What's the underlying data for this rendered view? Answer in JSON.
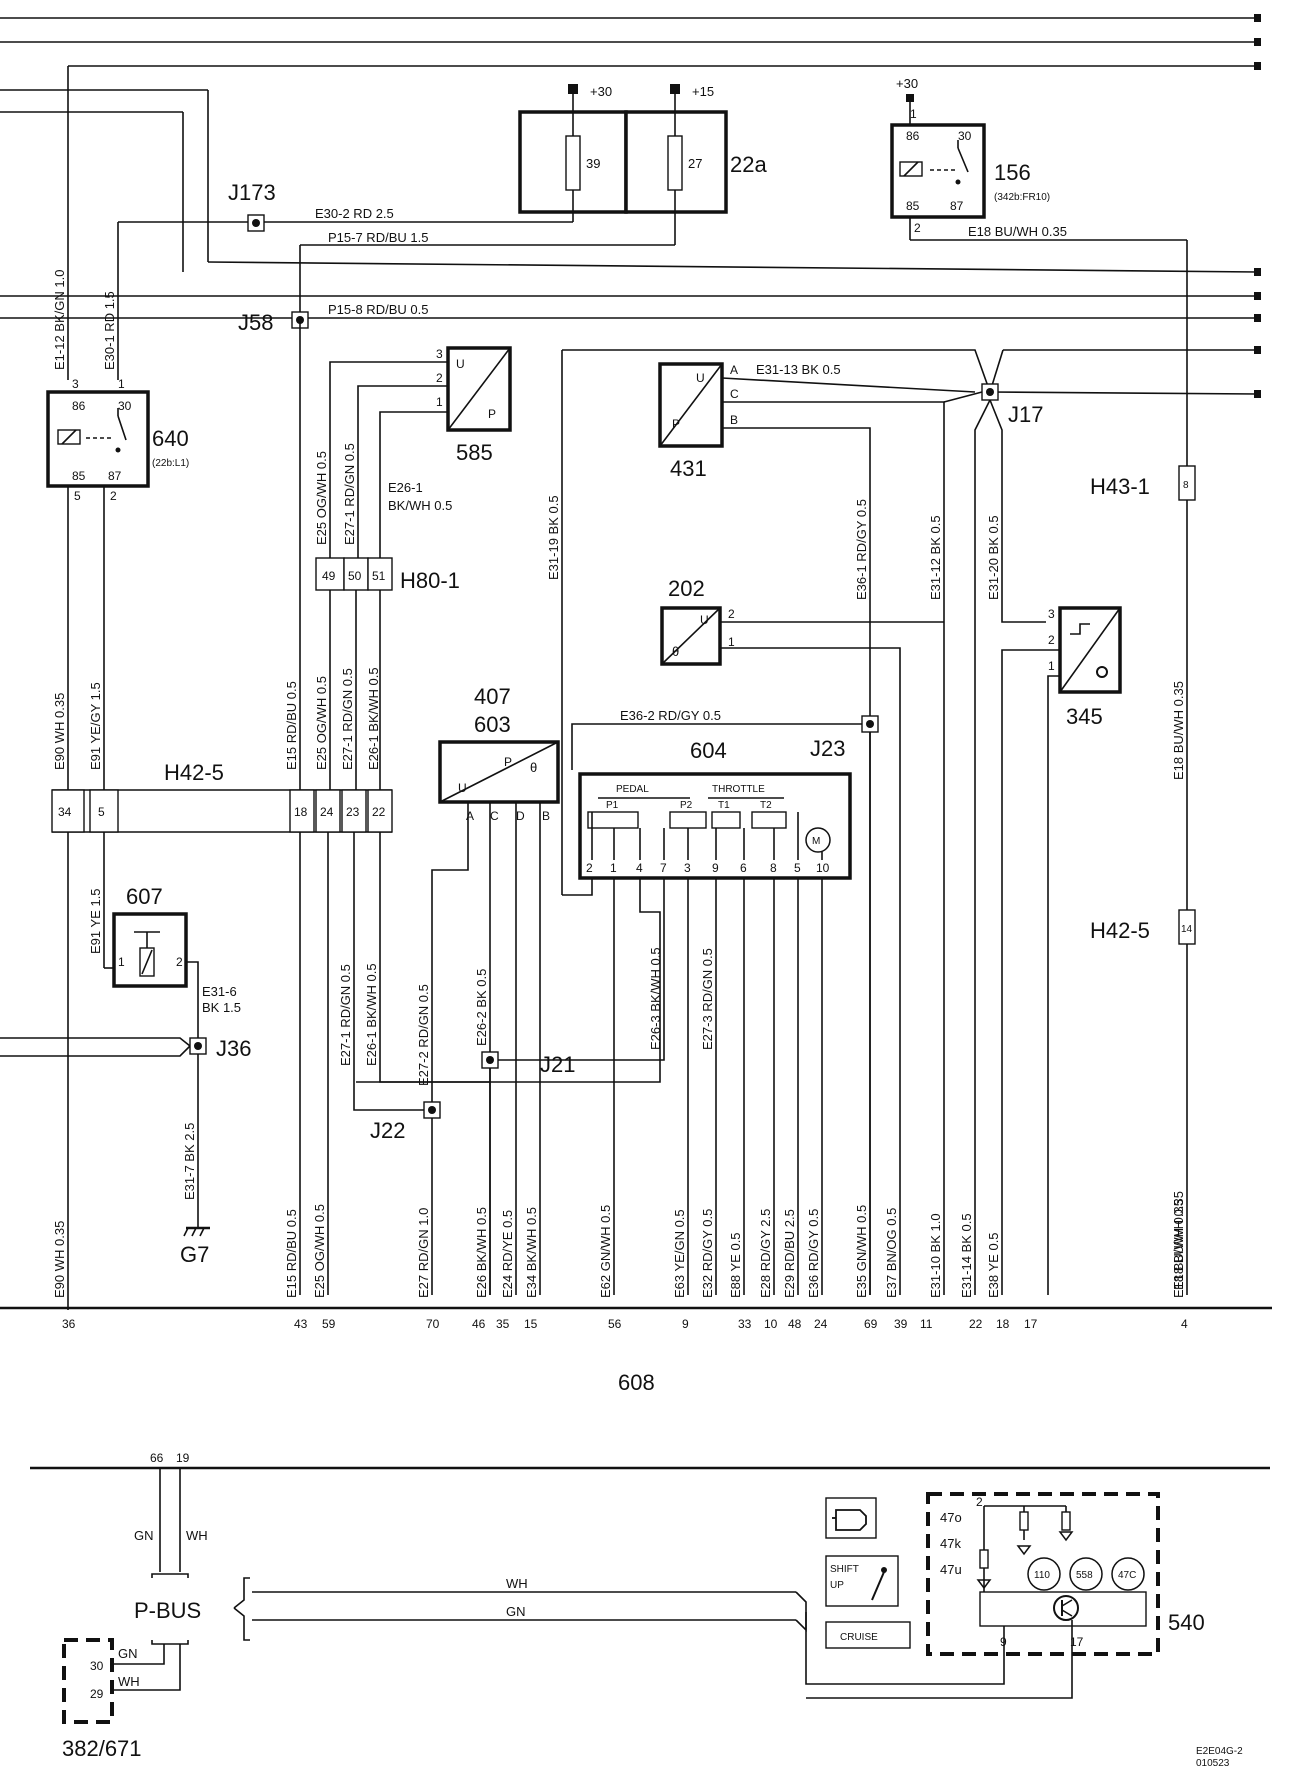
{
  "diagram": {
    "components": {
      "c22a": "22a",
      "fuse39": "39",
      "fuse27": "27",
      "c156": "156",
      "c156_ref": "(342b:FR10)",
      "c640": "640",
      "c640_ref": "(22b:L1)",
      "c585": "585",
      "c431": "431",
      "c202": "202",
      "c345": "345",
      "c407": "407",
      "c603": "603",
      "c604": "604",
      "c607": "607",
      "c608": "608",
      "c540": "540",
      "c382": "382/671"
    },
    "junctions": {
      "j173": "J173",
      "j58": "J58",
      "j17": "J17",
      "j23": "J23",
      "j36": "J36",
      "j21": "J21",
      "j22": "J22",
      "g7": "G7"
    },
    "connectors": {
      "h42_5": "H42-5",
      "h42_5b": "H42-5",
      "h80_1": "H80-1",
      "h43_1": "H43-1",
      "h42_pins": [
        "34",
        "5",
        "18",
        "24",
        "23",
        "22"
      ],
      "h80_pins": [
        "49",
        "50",
        "51"
      ],
      "h43_pin": "8",
      "h42b_pin": "14"
    },
    "supply": {
      "p30": "+30",
      "p15": "+15",
      "p30b": "+30"
    },
    "wires": {
      "e30_2": "E30-2  RD  2.5",
      "p15_7": "P15-7  RD/BU  1.5",
      "p15_8": "P15-8  RD/BU  0.5",
      "e18": "E18  BU/WH  0.35",
      "e1_12": "E1-12  BK/GN  1.0",
      "e30_1": "E30-1  RD  1.5",
      "e31_13": "E31-13  BK   0.5",
      "e26_1a": "E26-1",
      "e26_1b": "BK/WH 0.5",
      "e25": "E25  OG/WH  0.5",
      "e27_1": "E27-1  RD/GN  0.5",
      "e31_19": "E31-19  BK  0.5",
      "e36_1": "E36-1  RD/GY  0.5",
      "e31_12": "E31-12  BK  0.5",
      "e31_20": "E31-20  BK  0.5",
      "e36_2": "E36-2  RD/GY  0.5",
      "e90": "E90  WH  0.35",
      "e91": "E91  YE/GY  1.5",
      "e15": "E15  RD/BU  0.5",
      "e25b": "E25  OG/WH  0.5",
      "e27_1b": "E27-1  RD/GN  0.5",
      "e26_1c": "E26-1  BK/WH  0.5",
      "e18b": "E18  BU/WH  0.35",
      "e91b": "E91  YE  1.5",
      "e31_6a": "E31-6",
      "e31_6b": "BK  1.5",
      "e31_7": "E31-7  BK  2.5",
      "e27_1c": "E27-1  RD/GN  0.5",
      "e26_1d": "E26-1  BK/WH  0.5",
      "e27_2": "E27-2  RD/GN  0.5",
      "e26_2": "E26-2  BK  0.5",
      "e26_3": "E26-3  BK/WH  0.5",
      "e27_3": "E27-3  RD/GN  0.5",
      "e18c": "E18  BU/WH  0.35"
    },
    "bottom_wires": [
      "E90  WH  0.35",
      "E15  RD/BU  0.5",
      "E25  OG/WH  0.5",
      "E27  RD/GN  1.0",
      "E26  BK/WH  0.5",
      "E24  RD/YE  0.5",
      "E34  BK/WH  0.5",
      "E62  GN/WH  0.5",
      "E63  YE/GN  0.5",
      "E32  RD/GY  0.5",
      "E88  YE  0.5",
      "E28  RD/GY  2.5",
      "E29  RD/BU  2.5",
      "E36  RD/GY  0.5",
      "E35  GN/WH  0.5",
      "E37  BN/OG  0.5",
      "E31-10  BK  1.0",
      "E31-14  BK  0.5",
      "E38  YE  0.5",
      "E18  BU/WH  0.35"
    ],
    "bottom_pins": [
      "36",
      "43",
      "59",
      "70",
      "46",
      "35",
      "15",
      "56",
      "9",
      "33",
      "10",
      "48",
      "24",
      "69",
      "39",
      "11",
      "22",
      "18",
      "17",
      "4"
    ],
    "pins": {
      "p86": "86",
      "p30": "30",
      "p85": "85",
      "p87": "87",
      "p1": "1",
      "p2": "2",
      "p3": "3",
      "p5": "5",
      "U": "U",
      "P": "P",
      "A": "A",
      "B": "B",
      "C": "C",
      "D": "D",
      "theta": "θ",
      "c604_pins": [
        "2",
        "1",
        "4",
        "7",
        "3",
        "9",
        "6",
        "8",
        "5",
        "10"
      ],
      "pedal": "PEDAL",
      "throttle": "THROTTLE",
      "p_1": "P1",
      "p_2": "P2",
      "t_1": "T1",
      "t_2": "T2",
      "m": "M"
    },
    "pbus": {
      "label": "P-BUS",
      "pin66": "66",
      "pin19": "19",
      "gn": "GN",
      "wh": "WH",
      "wire_wh": "WH",
      "wire_gn": "GN",
      "pin30": "30",
      "pin29": "29",
      "pin9": "9",
      "pin17": "17",
      "pin2": "2"
    },
    "cluster": {
      "l47o": "47o",
      "l47k": "47k",
      "l47u": "47u",
      "g110": "110",
      "g55": "558",
      "g47c": "47C",
      "shift1": "SHIFT",
      "shift2": "UP",
      "cruise": "CRUISE"
    },
    "footer": {
      "code1": "E2E04G-2",
      "code2": "010523"
    }
  }
}
